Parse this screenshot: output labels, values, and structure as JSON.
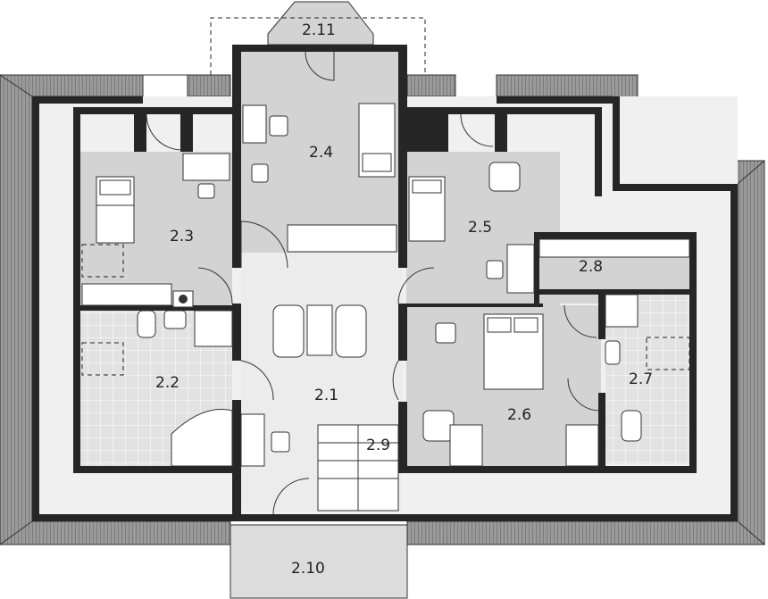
{
  "rooms": [
    {
      "id": "2.1",
      "label": "2.1"
    },
    {
      "id": "2.2",
      "label": "2.2"
    },
    {
      "id": "2.3",
      "label": "2.3"
    },
    {
      "id": "2.4",
      "label": "2.4"
    },
    {
      "id": "2.5",
      "label": "2.5"
    },
    {
      "id": "2.6",
      "label": "2.6"
    },
    {
      "id": "2.7",
      "label": "2.7"
    },
    {
      "id": "2.8",
      "label": "2.8"
    },
    {
      "id": "2.9",
      "label": "2.9"
    },
    {
      "id": "2.10",
      "label": "2.10"
    },
    {
      "id": "2.11",
      "label": "2.11"
    }
  ],
  "colors": {
    "wall": "#262626",
    "room_fill": "#d3d3d3",
    "hall_fill": "#ececec",
    "attic_fill": "#f0f0f0",
    "tile_fill": "#e2e2e2",
    "background": "#ffffff"
  }
}
